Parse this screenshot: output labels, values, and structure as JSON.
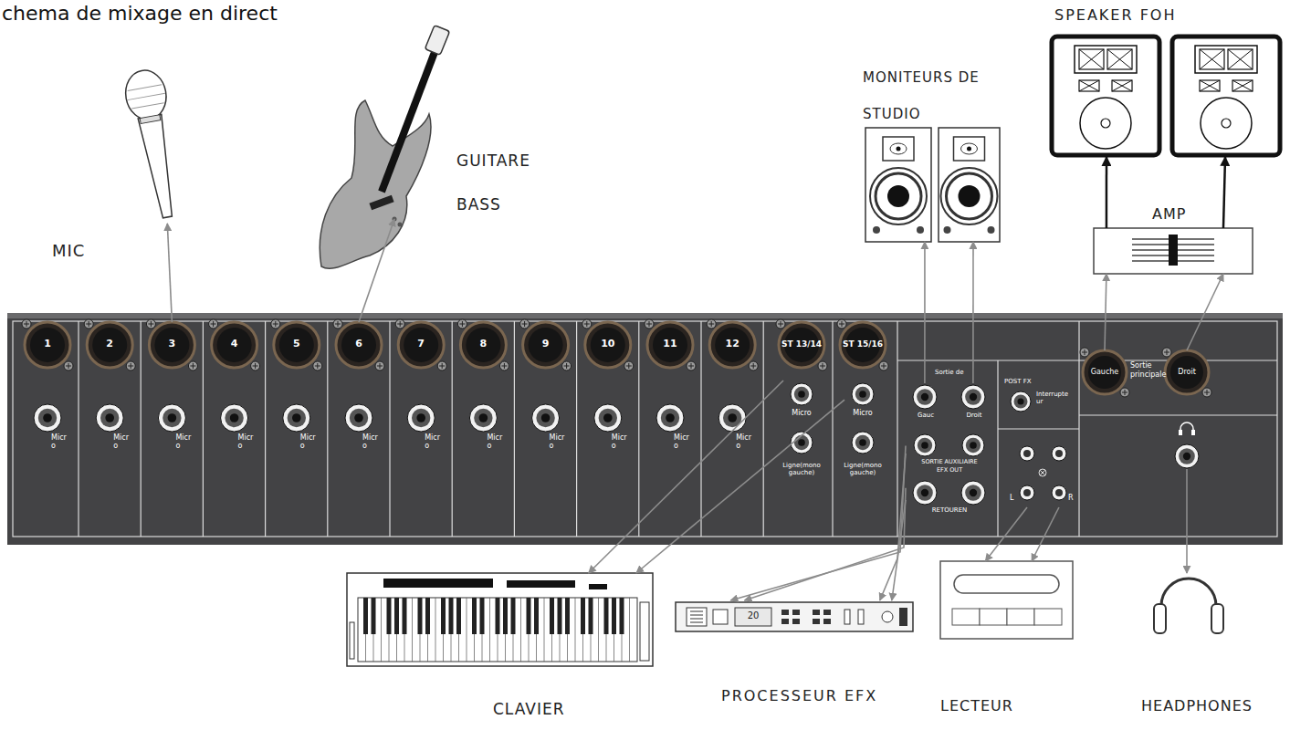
{
  "diagram": {
    "title": "chema de mixage en direct",
    "nodes": [
      {
        "text": [
          "MIC"
        ]
      },
      {
        "text": [
          "GUITARE BASS"
        ]
      },
      {
        "text": [
          "MONITEURS DE STUDIO"
        ]
      },
      {
        "text": [
          "SPEAKER FOH"
        ]
      },
      {
        "text": [
          "AMP"
        ]
      },
      {
        "text": [
          "3"
        ]
      },
      {
        "text": [
          "6"
        ]
      },
      {
        "text": [
          "Micro"
        ]
      },
      {
        "text": [
          "Micro"
        ]
      },
      {
        "text": [
          "Gauc"
        ]
      },
      {
        "text": [
          "Droit"
        ]
      },
      {
        "text": [
          "SORTIE AUXILIAIRE",
          "EFX OUT"
        ]
      },
      {
        "text": [
          "RETOUREN"
        ]
      },
      {
        "text": [
          "L"
        ]
      },
      {
        "text": [
          "R"
        ]
      },
      {
        "text": [
          "Gauche"
        ]
      },
      {
        "text": [
          "Droit"
        ]
      },
      {
        "text": [
          "CLAVIER"
        ]
      },
      {
        "text": [
          "PROCESSEUR EFX"
        ]
      },
      {
        "text": [
          "LECTEUR"
        ]
      },
      {
        "text": [
          "HEADPHONES"
        ]
      }
    ],
    "edges": [
      {
        "from": 5,
        "to": 0,
        "arrow": "to"
      },
      {
        "from": 6,
        "to": 1,
        "arrow": "to"
      },
      {
        "from": 9,
        "to": 2,
        "arrow": "to"
      },
      {
        "from": 10,
        "to": 2,
        "arrow": "to"
      },
      {
        "from": 15,
        "to": 4,
        "arrow": "to"
      },
      {
        "from": 16,
        "to": 4,
        "arrow": "to"
      },
      {
        "from": 4,
        "to": 3,
        "arrow": "to"
      },
      {
        "from": 4,
        "to": 3,
        "arrow": "to"
      },
      {
        "from": 7,
        "to": 17,
        "arrow": "to"
      },
      {
        "from": 8,
        "to": 17,
        "arrow": "to"
      },
      {
        "from": 11,
        "to": 18,
        "arrow": "to"
      },
      {
        "from": 11,
        "to": 18,
        "arrow": "to"
      },
      {
        "from": 12,
        "to": 18,
        "arrow": "to"
      },
      {
        "from": 12,
        "to": 18,
        "arrow": "to"
      },
      {
        "from": 13,
        "to": 19,
        "arrow": "to"
      },
      {
        "from": 14,
        "to": 19,
        "arrow": "to"
      }
    ],
    "labels": [
      "1",
      "2",
      "4",
      "5",
      "7",
      "8",
      "9",
      "10",
      "11",
      "12",
      "ST 13/14",
      "ST 15/16",
      "Micr o",
      "Micr o",
      "Micr o",
      "Micr o",
      "Micr o",
      "Micr o",
      "Micr o",
      "Micr o",
      "Micr o",
      "Micr o",
      "Micr o",
      "Micr o",
      "Ligne(mono gauche)",
      "Ligne(mono gauche)",
      "Sortie de",
      "POST FX",
      "Interrupte ur",
      "Sortie principale",
      "20"
    ]
  }
}
